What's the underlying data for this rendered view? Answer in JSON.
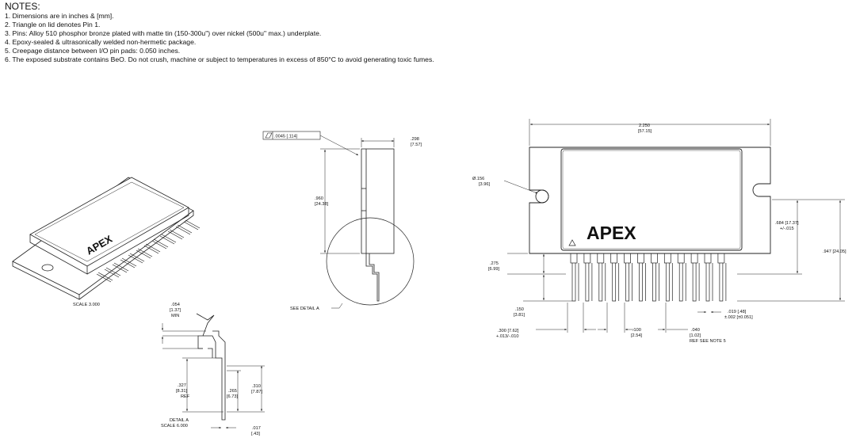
{
  "notes": {
    "heading": "NOTES:",
    "lines": [
      "1. Dimensions are in inches & [mm].",
      "2. Triangle on lid denotes Pin 1.",
      "3. Pins: Alloy 510 phosphor bronze plated with matte tin (150-300u\") over nickel (500u\" max.) underplate.",
      "4. Epoxy-sealed & ultrasonically welded non-hermetic package.",
      "5. Creepage distance between I/O pin pads: 0.050 inches.",
      "6. The exposed substrate contains BeO. Do not crush, machine or subject to temperatures in excess of 850°C to avoid generating toxic fumes."
    ]
  },
  "iso_view": {
    "logo": "APEX",
    "scale_label": "SCALE  3.000"
  },
  "side_view": {
    "flatness_value": ".0045 [.114]",
    "thickness_in": ".298",
    "thickness_mm": "[7.57]",
    "height_in": ".960",
    "height_mm": "[24.38]",
    "detail_callout": "SEE DETAIL  A"
  },
  "detail_view": {
    "standoff_in": ".054",
    "standoff_mm": "[1.37]",
    "standoff_note": "MIN",
    "ref_in": ".327",
    "ref_mm": "[8.31]",
    "ref_note": "REF",
    "bend_in": ".265",
    "bend_mm": "[6.73]",
    "pin_len_in": ".310",
    "pin_len_mm": "[7.87]",
    "title": "DETAIL  A",
    "scale": "SCALE  6.000",
    "tip_in": ".017",
    "tip_mm": "[.43]"
  },
  "top_view": {
    "logo": "APEX",
    "width_in": "2.250",
    "width_mm": "[57.15]",
    "hole_in": "Ø.156",
    "hole_mm": "[3.96]",
    "body_in": ".684   [17.37]",
    "body_tol": "+/-.015",
    "total_in": ".947   [24.05]",
    "pin_start_in": ".275",
    "pin_start_mm": "[6.99]",
    "pin_len_in": ".150",
    "pin_len_mm": "[3.81]",
    "stagger_in": ".300   [7.62]",
    "stagger_tol": "+.013/-.010",
    "pitch_in": ".100",
    "pitch_mm": "[2.54]",
    "pad_in": ".040",
    "pad_mm": "[1.02]",
    "pad_note": "REF SEE NOTE 5",
    "pin_w_in": ".019   [.48]",
    "pin_w_tol": "±.002 [±0.051]"
  },
  "pin_count": 12
}
